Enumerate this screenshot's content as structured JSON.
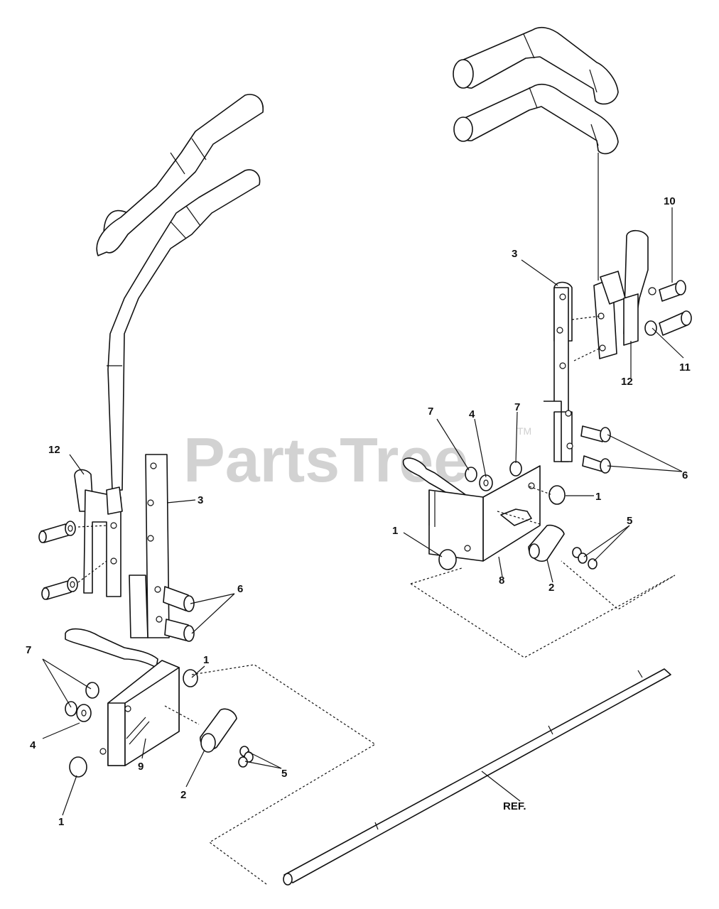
{
  "watermark": {
    "text": "PartsTree",
    "tm": "TM"
  },
  "callouts": {
    "left": {
      "c12": "12",
      "c3": "3",
      "c6": "6",
      "c7": "7",
      "c1a": "1",
      "c4": "4",
      "c9": "9",
      "c1b": "1",
      "c2": "2",
      "c5": "5"
    },
    "right": {
      "c10": "10",
      "c3": "3",
      "c11": "11",
      "c12": "12",
      "c7a": "7",
      "c4": "4",
      "c7b": "7",
      "c6": "6",
      "c1a": "1",
      "c1b": "1",
      "c5": "5",
      "c8": "8",
      "c2": "2"
    },
    "ref": "REF."
  }
}
